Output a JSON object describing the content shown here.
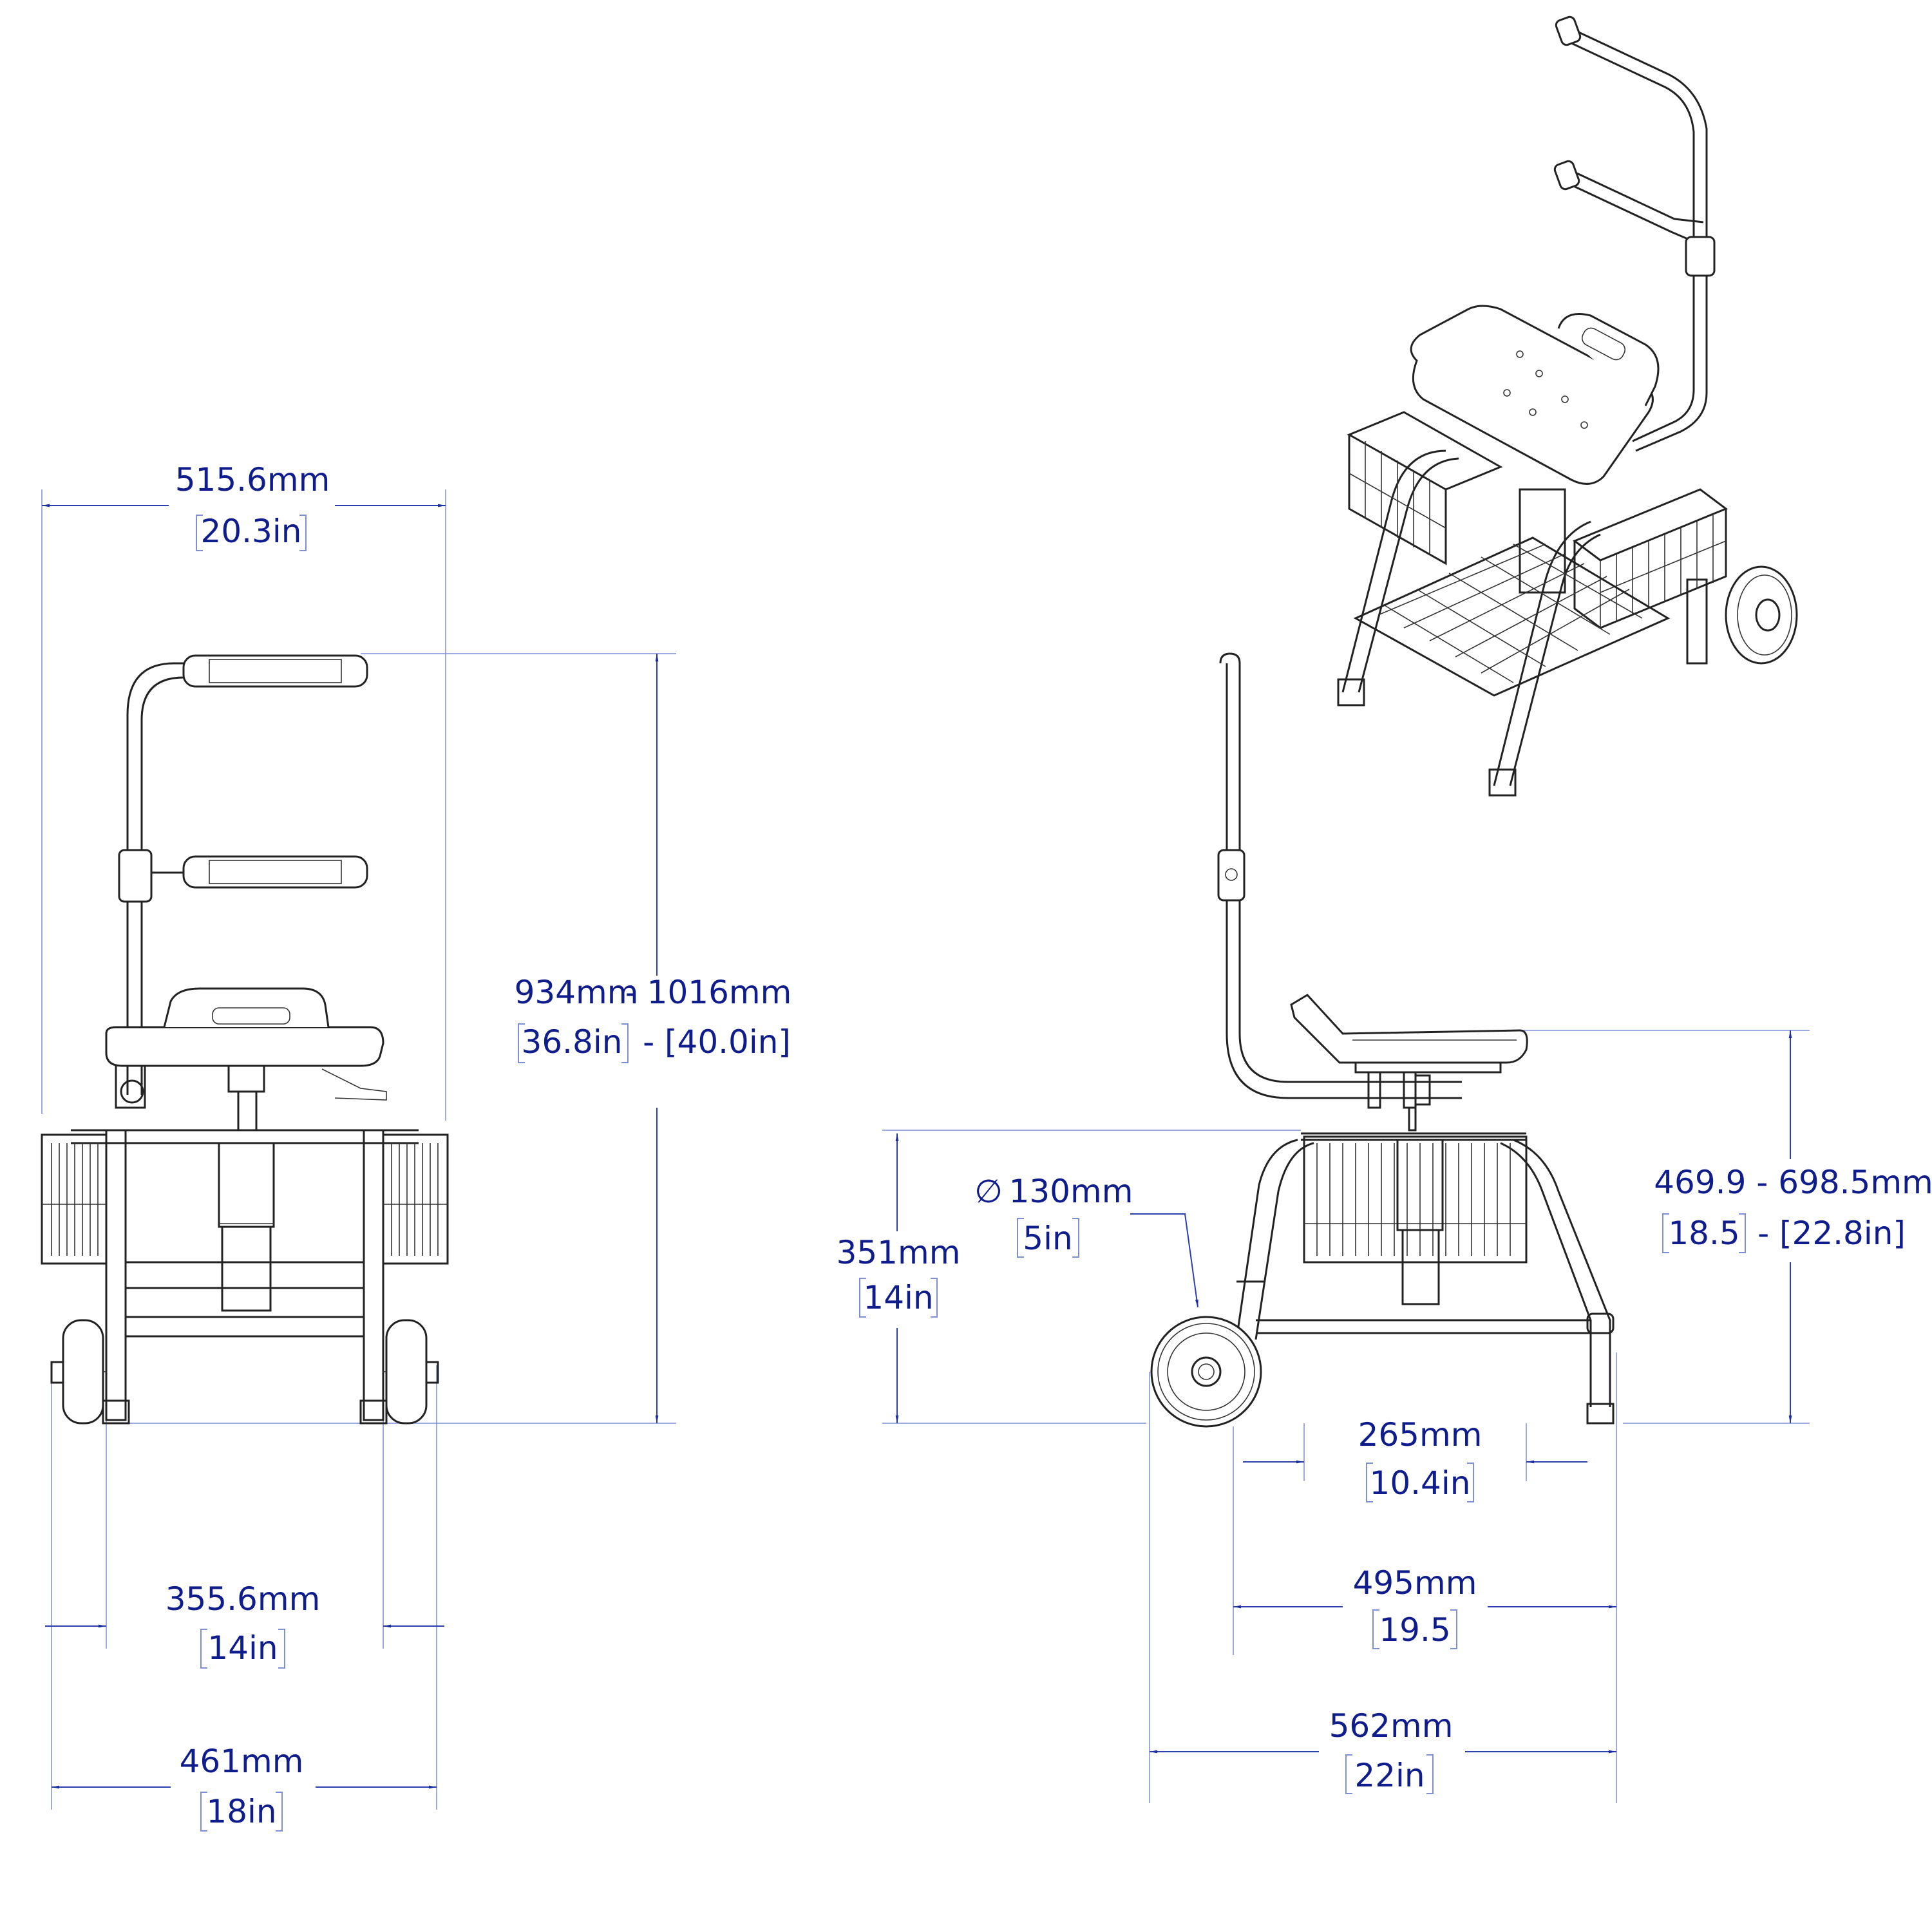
{
  "dimensions": {
    "overall_width": {
      "mm": "515.6mm",
      "in": "20.3in"
    },
    "height": {
      "mm_low": "934mm",
      "mm_sep": "- 1016mm",
      "in_low": "36.8in",
      "in_sep": "- [40.0in]"
    },
    "inner_width": {
      "mm": "355.6mm",
      "in": "14in"
    },
    "wheel_width": {
      "mm": "461mm",
      "in": "18in"
    },
    "wheel_diameter": {
      "mm": "130mm",
      "in": "5in",
      "symbol": "∅"
    },
    "basket_height": {
      "mm": "351mm",
      "in": "14in"
    },
    "seat_height": {
      "mm": "469.9 - 698.5mm",
      "in_low": "18.5",
      "in_sep": "- [22.8in]"
    },
    "seat_offset": {
      "mm": "265mm",
      "in": "10.4in"
    },
    "wheelbase": {
      "mm": "495mm",
      "in": "19.5"
    },
    "overall_length": {
      "mm": "562mm",
      "in": "22in"
    }
  },
  "colors": {
    "dimension": "#0f1d8c",
    "line": "#222222"
  },
  "views": [
    "front-view",
    "side-view",
    "isometric-view"
  ]
}
